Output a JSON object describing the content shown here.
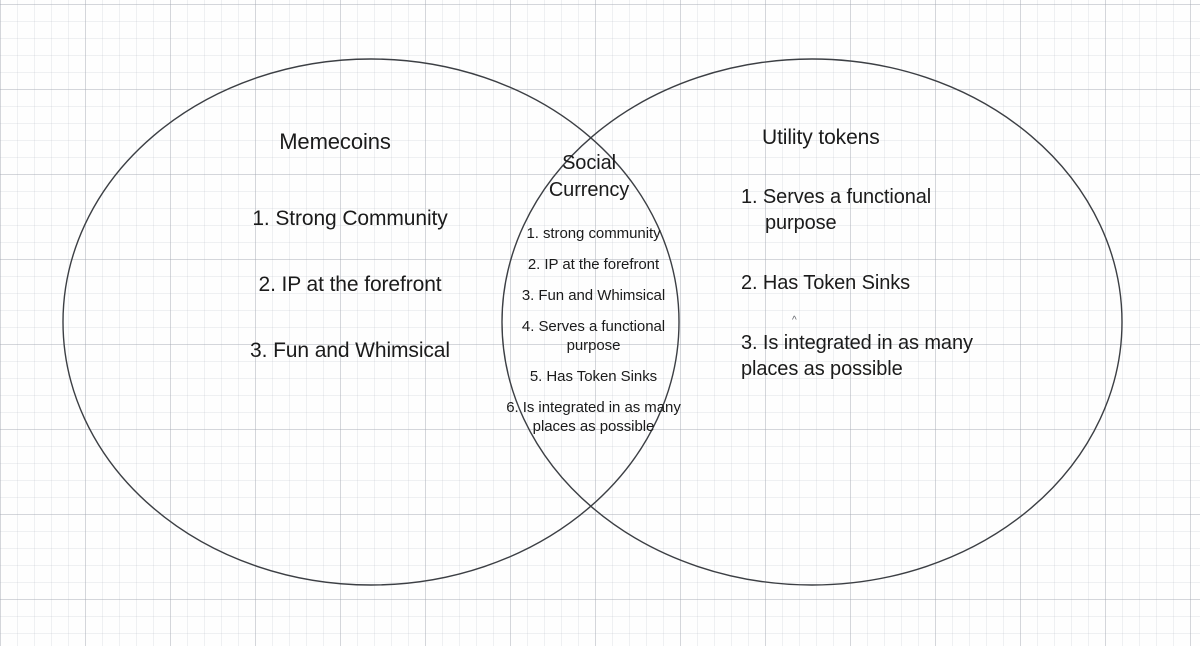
{
  "diagram": {
    "type": "venn",
    "background": "graph-paper-grid",
    "stroke_color": "#3c3f44",
    "text_color": "#1b1b1b",
    "left": {
      "title": "Memecoins",
      "items": [
        "1. Strong Community",
        "2. IP at the forefront",
        "3. Fun and Whimsical"
      ]
    },
    "center": {
      "title_line1": "Social",
      "title_line2": "Currency",
      "items": [
        "1. strong community",
        "2. IP at the forefront",
        "3. Fun and Whimsical",
        "4. Serves a functional purpose",
        "5. Has Token Sinks",
        "6. Is integrated in as many places as possible"
      ]
    },
    "right": {
      "title": "Utility tokens",
      "items": [
        "1. Serves a functional purpose",
        "2. Has Token Sinks",
        "3. Is integrated in as many places as possible"
      ],
      "stray_mark": "^"
    }
  }
}
